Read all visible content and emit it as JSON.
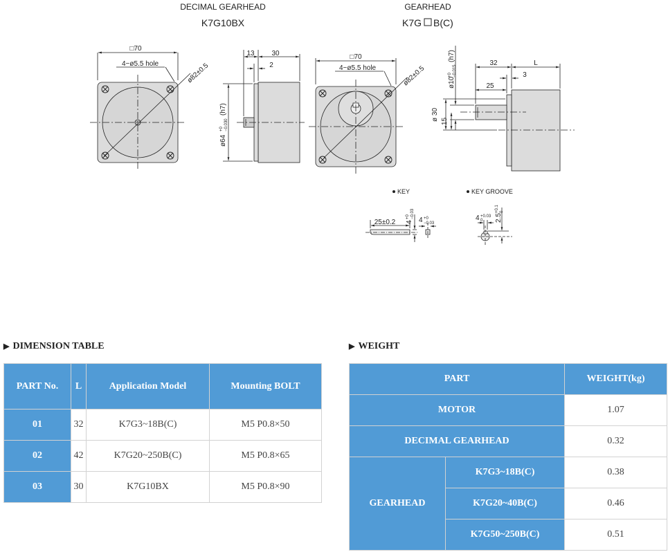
{
  "drawing": {
    "left_caption": "DECIMAL  GEARHEAD",
    "left_model": "K7G10BX",
    "right_caption": "GEARHEAD",
    "right_model_prefix": "K7G",
    "right_model_suffix": "B(C)",
    "dims": {
      "sq70_left": "□70",
      "hole_left": "4−ø5.5 hole",
      "dia82_left": "ø82±0.5",
      "d13": "13",
      "d30": "30",
      "d2": "2",
      "shaft_tol": "ø64",
      "shaft_tol_tail": "(h7)",
      "sq70_right": "□70",
      "hole_right": "4−ø5.5 hole",
      "dia82_right": "ø82±0.5",
      "d32": "32",
      "dL": "L",
      "d3": "3",
      "d25": "25",
      "dia10": "ø10",
      "dia10_tail": "(h7)",
      "dia30": "ø 30",
      "d15": "15",
      "key_label": "KEY",
      "key_groove_label": "KEY  GROOVE",
      "key_len": "25±0.2",
      "key_h": "4",
      "key_w": "4",
      "groove_w": "4",
      "groove_d": "2.5"
    }
  },
  "dimension_table": {
    "title": "DIMENSION TABLE",
    "headers": [
      "PART No.",
      "L",
      "Application Model",
      "Mounting BOLT"
    ],
    "rows": [
      {
        "part": "01",
        "L": "32",
        "model": "K7G3~18B(C)",
        "bolt": "M5 P0.8×50"
      },
      {
        "part": "02",
        "L": "42",
        "model": "K7G20~250B(C)",
        "bolt": "M5 P0.8×65"
      },
      {
        "part": "03",
        "L": "30",
        "model": "K7G10BX",
        "bolt": "M5 P0.8×90"
      }
    ]
  },
  "weight_table": {
    "title": "WEIGHT",
    "header_part": "PART",
    "header_weight": "WEIGHT(kg)",
    "motor": {
      "label": "MOTOR",
      "weight": "1.07"
    },
    "decimal": {
      "label": "DECIMAL GEARHEAD",
      "weight": "0.32"
    },
    "gearhead": {
      "label": "GEARHEAD",
      "rows": [
        {
          "model": "K7G3~18B(C)",
          "weight": "0.38"
        },
        {
          "model": "K7G20~40B(C)",
          "weight": "0.46"
        },
        {
          "model": "K7G50~250B(C)",
          "weight": "0.51"
        }
      ]
    }
  }
}
